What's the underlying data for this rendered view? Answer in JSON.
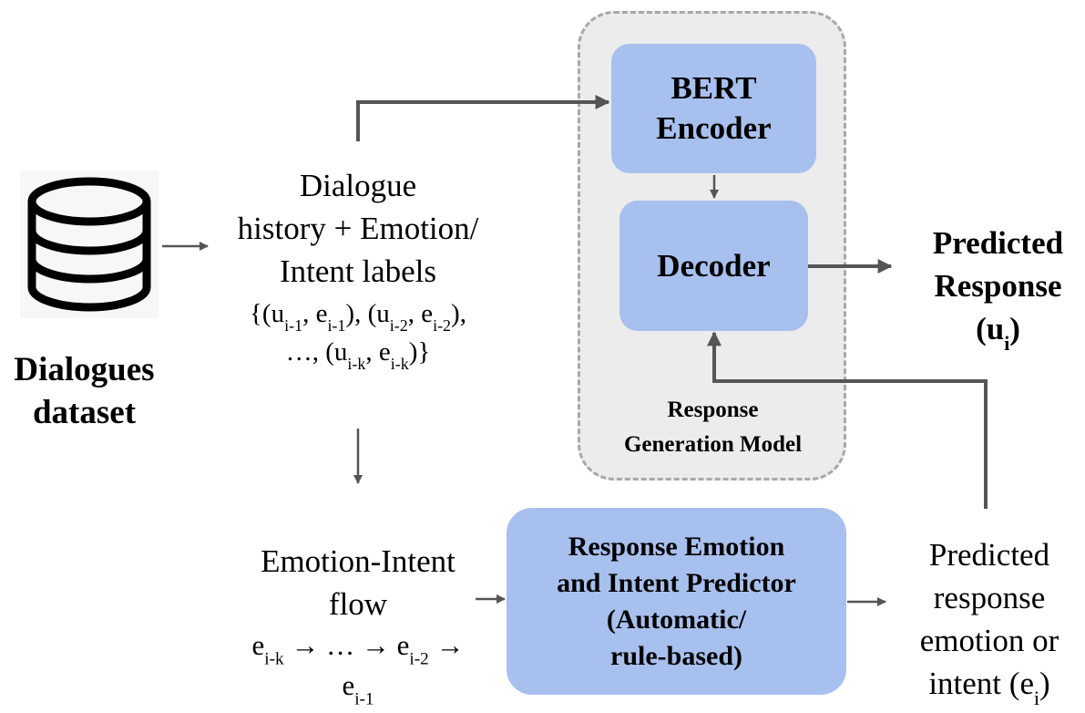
{
  "dataset": {
    "icon": "database-icon",
    "label_line1": "Dialogues",
    "label_line2": "dataset"
  },
  "history": {
    "line1": "Dialogue",
    "line2": "history + Emotion/",
    "line3": "Intent labels",
    "set_line1": "{(u_{i-1}, e_{i-1}), (u_{i-2}, e_{i-2}),",
    "set_line2": "…, (u_{i-k}, e_{i-k})}"
  },
  "group": {
    "title_line1": "Response",
    "title_line2": "Generation Model"
  },
  "encoder": {
    "line1": "BERT",
    "line2": "Encoder"
  },
  "decoder": {
    "label": "Decoder"
  },
  "output": {
    "line1": "Predicted",
    "line2": "Response",
    "line3": "(u_i)"
  },
  "flow": {
    "line1": "Emotion-Intent",
    "line2": "flow",
    "line3": "e_{i-k} → … → e_{i-2} →",
    "line4": "e_{i-1}"
  },
  "predictor": {
    "line1": "Response Emotion",
    "line2": "and Intent Predictor",
    "line3": "(Automatic/",
    "line4": "rule-based)"
  },
  "predicted_ei": {
    "line1": "Predicted",
    "line2": "response",
    "line3": "emotion or",
    "line4": "intent (e_i)"
  },
  "colors": {
    "box_fill": "#a8c0ee",
    "group_fill": "#ececec",
    "group_border": "#a8a8a8",
    "arrow": "#555555"
  }
}
